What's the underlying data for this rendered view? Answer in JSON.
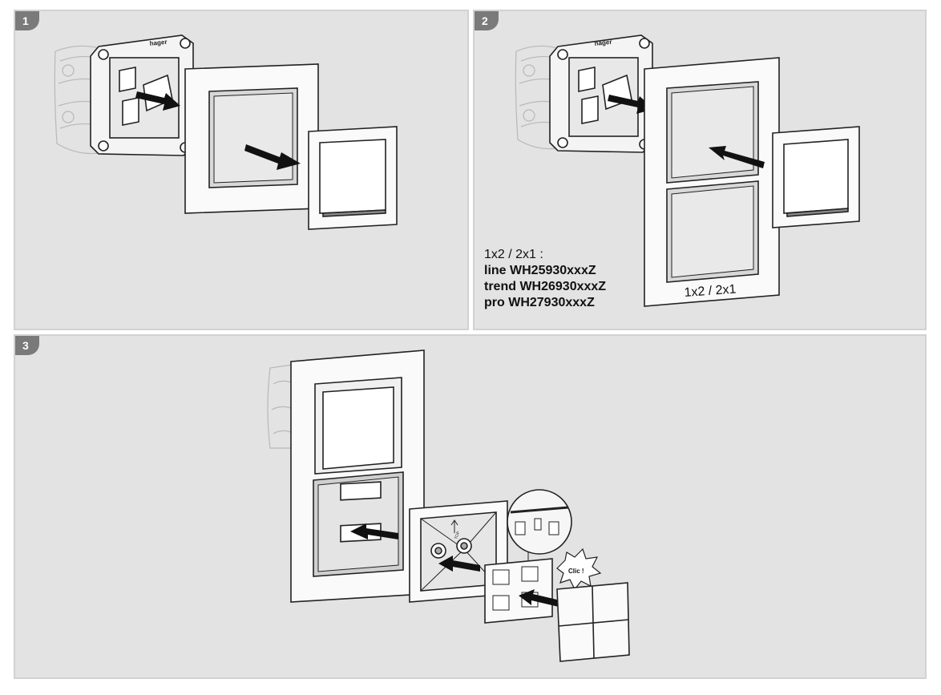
{
  "steps": [
    {
      "number": "1",
      "brand": "hager"
    },
    {
      "number": "2",
      "brand": "hager",
      "frame_label": "1x2 / 2x1",
      "caption": {
        "heading": "1x2 / 2x1 :",
        "lines": [
          "line WH25930xxxZ",
          "trend WH26930xxxZ",
          "pro WH27930xxxZ"
        ]
      }
    },
    {
      "number": "3",
      "clic_label": "Clic !",
      "top_label": "TOP"
    }
  ],
  "colors": {
    "panel_bg": "#e3e3e3",
    "badge_bg": "#7a7a7a",
    "outline": "#d2d2d2"
  }
}
